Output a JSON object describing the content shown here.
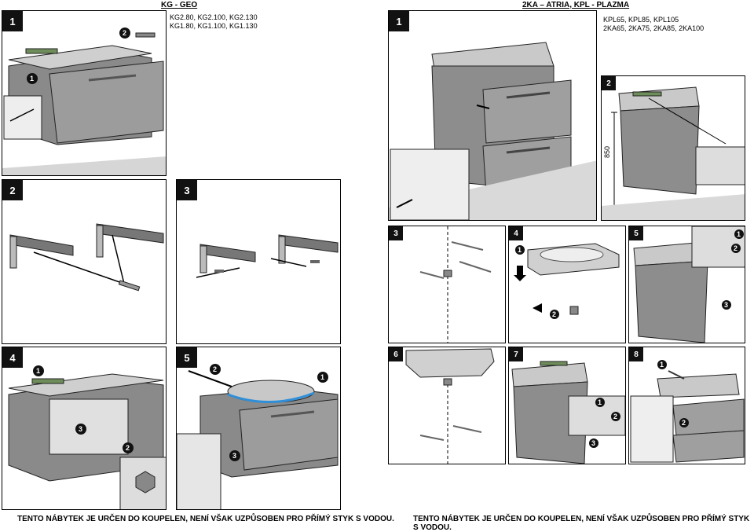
{
  "left": {
    "header": "KG - GEO",
    "models": [
      "KG2.80, KG2.100, KG2.130",
      "KG1.80, KG1.100, KG1.130"
    ],
    "steps": [
      "1",
      "2",
      "3",
      "4",
      "5"
    ],
    "footer": "TENTO NÁBYTEK JE URČEN DO KOUPELEN, NENÍ VŠAK UZPŮSOBEN PRO PŘÍMÝ STYK S VODOU."
  },
  "right": {
    "header": "2KA – ATRIA, KPL - PLAZMA",
    "models": [
      "KPL65, KPL85, KPL105",
      "2KA65, 2KA75, 2KA85, 2KA100"
    ],
    "steps": [
      "1",
      "2",
      "3",
      "4",
      "5",
      "6",
      "7",
      "8"
    ],
    "dimension": "850",
    "footer": "TENTO NÁBYTEK JE URČEN DO KOUPELEN, NENÍ VŠAK UZPŮSOBEN PRO PŘÍMÝ STYK S VODOU."
  },
  "callouts": [
    "1",
    "2",
    "3"
  ]
}
